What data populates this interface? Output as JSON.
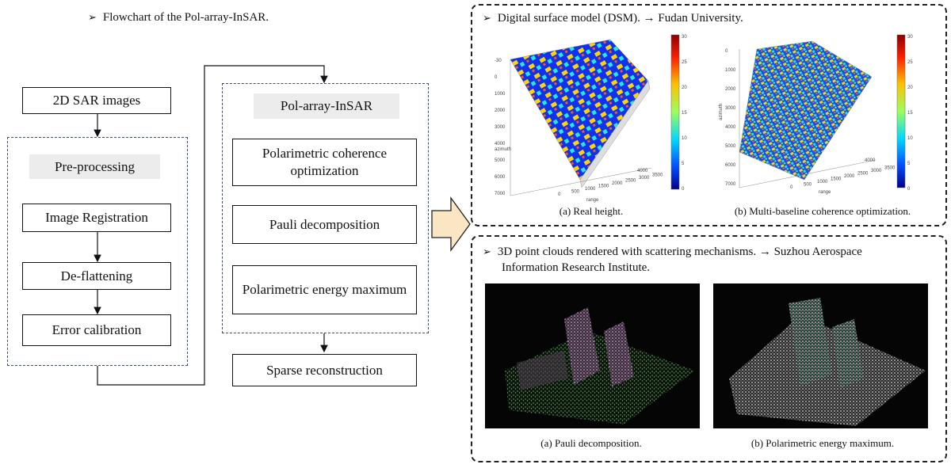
{
  "flowchart": {
    "heading": "Flowchart of the Pol-array-InSAR.",
    "sar_images": "2D SAR images",
    "preprocessing": {
      "label": "Pre-processing",
      "steps": [
        "Image Registration",
        "De-flattening",
        "Error calibration"
      ]
    },
    "pol_array": {
      "label": "Pol-array-InSAR",
      "steps": [
        "Polarimetric coherence optimization",
        "Pauli decomposition",
        "Polarimetric energy maximum"
      ]
    },
    "sparse": "Sparse reconstruction"
  },
  "dsm_panel": {
    "heading": "Digital surface model (DSM). → Fudan University.",
    "captions": [
      "(a) Real height.",
      "(b) Multi-baseline coherence optimization."
    ],
    "plot_a": {
      "y_ticks": [
        "-30",
        "0",
        "1000",
        "2000",
        "3000",
        "4000",
        "5000",
        "6000",
        "7000"
      ],
      "x_ticks": [
        "0",
        "500",
        "1000",
        "1500",
        "2000",
        "2500",
        "3000",
        "3500"
      ],
      "colorbar_ticks": [
        "30",
        "25",
        "20",
        "15",
        "10",
        "5",
        "0"
      ],
      "z_tick": "4000",
      "axis_labels": [
        "azimuth",
        "range"
      ]
    },
    "plot_b": {
      "y_ticks": [
        "0",
        "1000",
        "2000",
        "3000",
        "4000",
        "5000",
        "6000",
        "7000"
      ],
      "x_ticks": [
        "0",
        "500",
        "1000",
        "1500",
        "2000",
        "2500",
        "3000",
        "3500"
      ],
      "colorbar_ticks": [
        "30",
        "25",
        "20",
        "15",
        "10",
        "5",
        "0"
      ],
      "z_tick": "4000",
      "axis_labels": [
        "azimuth",
        "range"
      ]
    }
  },
  "pointcloud_panel": {
    "heading_line1": "3D point clouds rendered with scattering mechanisms. → Suzhou Aerospace",
    "heading_line2": "Information Research Institute.",
    "captions": [
      "(a) Pauli decomposition.",
      "(b) Polarimetric energy maximum."
    ]
  },
  "colors": {
    "dashed_box": "#3b4f7a",
    "big_arrow_fill": "#fbe6c3",
    "gray_label": "#ececec"
  },
  "icons": [
    "arrowhead-bullet-icon",
    "big-right-arrow-icon"
  ]
}
